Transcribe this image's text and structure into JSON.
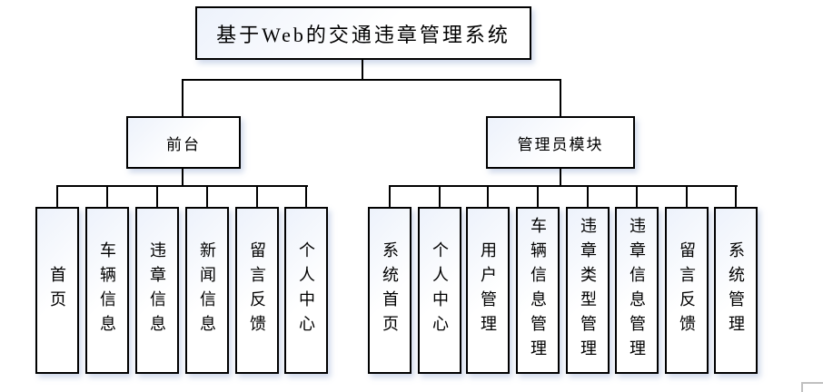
{
  "diagram": {
    "title": "基于Web的交通违章管理系统",
    "branches": [
      {
        "label": "前台",
        "children": [
          "首页",
          "车辆信息",
          "违章信息",
          "新闻信息",
          "留言反馈",
          "个人中心"
        ]
      },
      {
        "label": "管理员模块",
        "children": [
          "系统首页",
          "个人中心",
          "用户管理",
          "车辆信息管理",
          "违章类型管理",
          "违章信息管理",
          "留言反馈",
          "系统管理"
        ]
      }
    ],
    "colors": {
      "line": "#000000",
      "box_border": "#000000",
      "box_fill": "#ffffff",
      "shadow_tint": "#96aad2",
      "corner_mark": "#c0c0c0"
    }
  }
}
